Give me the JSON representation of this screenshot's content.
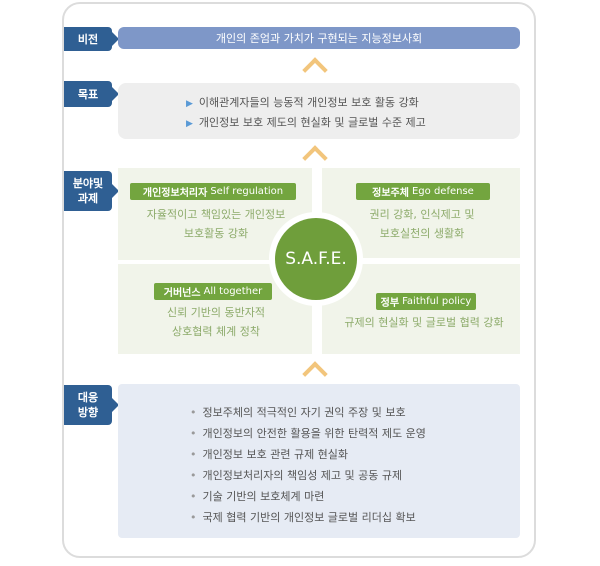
{
  "vision": {
    "label": "비전",
    "text": "개인의 존엄과 가치가 구현되는 지능정보사회"
  },
  "goal": {
    "label": "목표",
    "items": [
      "이해관계자들의 능동적 개인정보 보호 활동 강화",
      "개인정보 보호 제도의 현실화 및 글로벌 수준 제고"
    ]
  },
  "areas": {
    "label_line1": "분야및",
    "label_line2": "과제",
    "center": "S.A.F.E.",
    "self": {
      "title": "개인정보처리자",
      "en_initial": "S",
      "en_rest": "elf regulation",
      "text_line1": "자율적이고 책임있는 개인정보",
      "text_line2": "보호활동 강화"
    },
    "ego": {
      "title": "정보주체",
      "en_initial": "E",
      "en_rest": "go defense",
      "text_line1": "권리 강화, 인식제고 및",
      "text_line2": "보호실천의 생활화"
    },
    "all": {
      "title": "거버넌스",
      "en_initial": "A",
      "en_rest": "ll together",
      "text_line1": "신뢰 기반의 동반자적",
      "text_line2": "상호협력 체계 정착"
    },
    "faithful": {
      "title": "정부",
      "en_initial": "F",
      "en_rest": "aithful policy",
      "text_line1": "규제의 현실화 및 글로벌 협력 강화"
    }
  },
  "response": {
    "label_line1": "대응",
    "label_line2": "방향",
    "items": [
      "정보주체의 적극적인 자기 권익 주장 및 보호",
      "개인정보의 안전한 활용을 위한 탄력적 제도 운영",
      "개인정보 보호 관련 규제 현실화",
      "개인정보처리자의 책임성 제고 및 공동 규제",
      "기술 기반의 보호체계 마련",
      "국제 협력 기반의 개인정보 글로벌 리더십 확보"
    ]
  },
  "colors": {
    "navy": "#2f5f93",
    "vision_bar": "#7e97c8",
    "green": "#73a53f",
    "chevron": "#f2c57c"
  }
}
